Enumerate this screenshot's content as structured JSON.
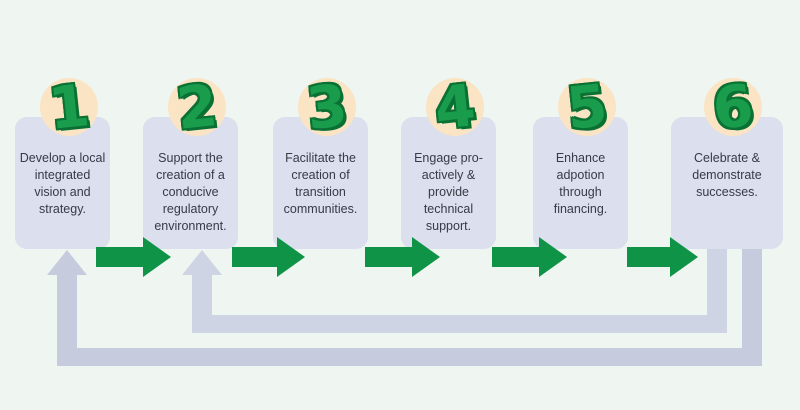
{
  "flow": {
    "steps": [
      {
        "number": "1",
        "label": "Develop a local integrated vision and strategy."
      },
      {
        "number": "2",
        "label": "Support the creation of a conducive regulatory environment."
      },
      {
        "number": "3",
        "label": "Facilitate the creation of transition communities."
      },
      {
        "number": "4",
        "label": "Engage pro-actively & provide technical support."
      },
      {
        "number": "5",
        "label": "Enhance adpotion through financing."
      },
      {
        "number": "6",
        "label": "Celebrate & demonstrate successes."
      }
    ],
    "forward_arrow_count": 5,
    "feedback_arrows": [
      {
        "from": "6",
        "to": "1"
      },
      {
        "from": "6",
        "to": "2"
      }
    ]
  },
  "colors": {
    "background": "#eff5f0",
    "box_fill": "#dcdfed",
    "circle_fill": "#fae4c3",
    "number_green": "#199c4b",
    "number_outline": "#0a7034",
    "arrow_green": "#0f9347",
    "feedback_outer": "#c6cbde",
    "feedback_inner": "#cfd4e4",
    "text": "#363b46"
  }
}
